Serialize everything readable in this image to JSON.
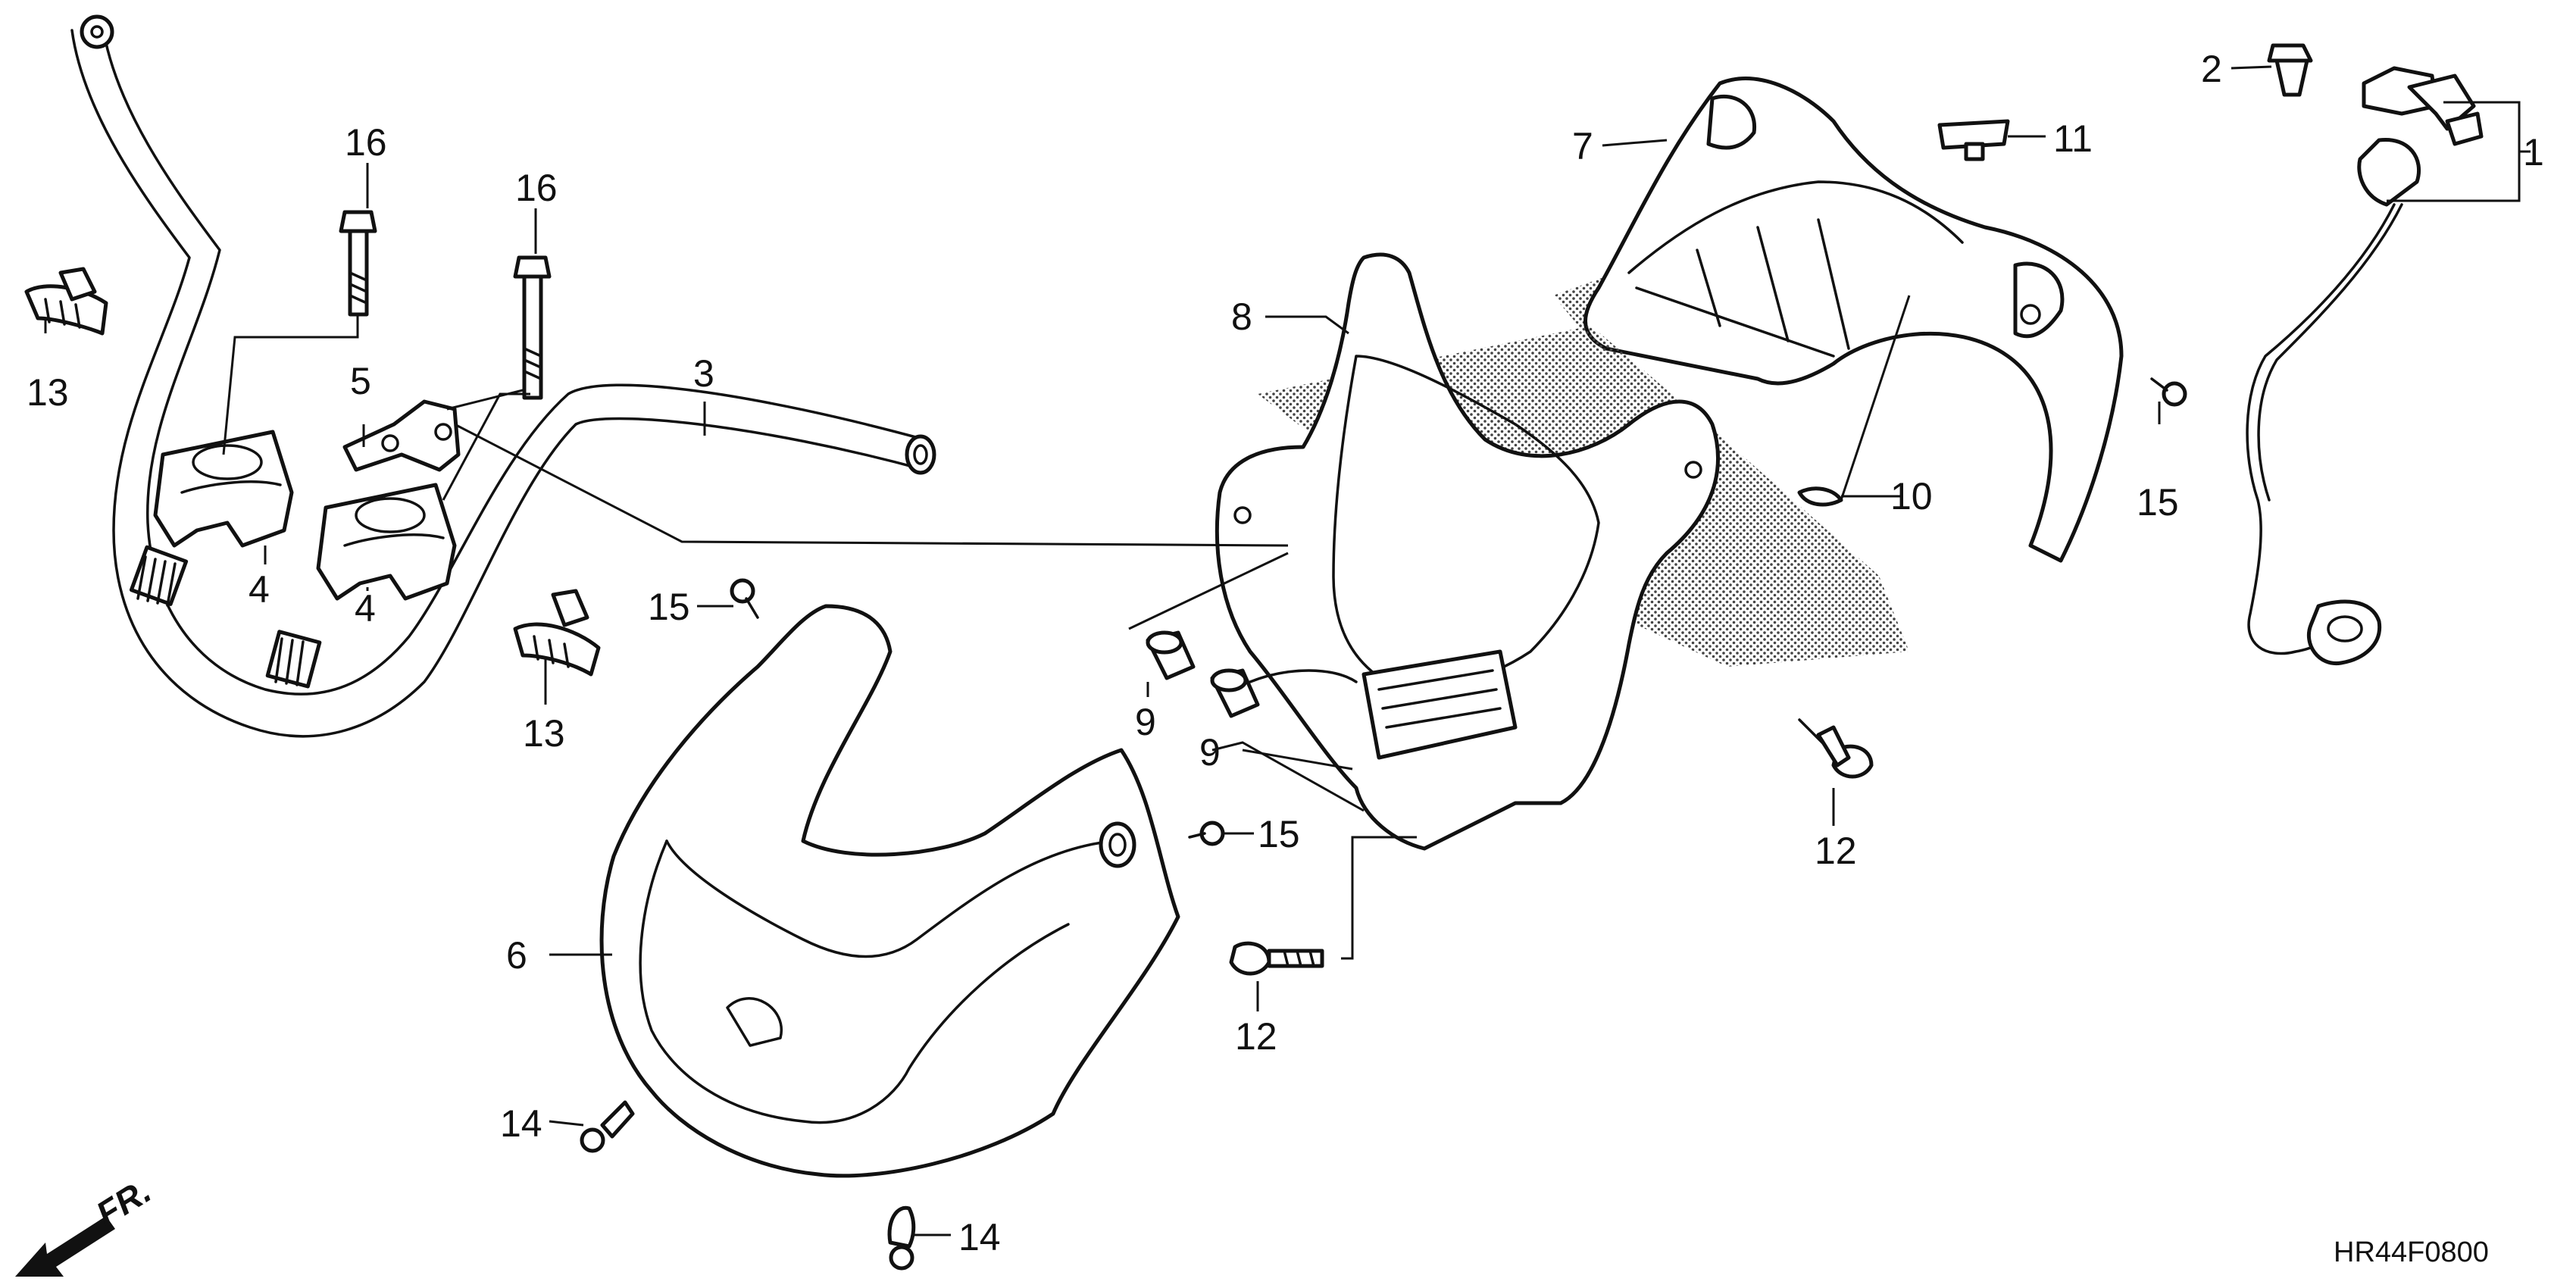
{
  "diagram": {
    "code": "HR44F0800",
    "front_label": "FR.",
    "callouts": [
      {
        "id": "c1",
        "text": "1"
      },
      {
        "id": "c2",
        "text": "2"
      },
      {
        "id": "c3",
        "text": "3"
      },
      {
        "id": "c4a",
        "text": "4"
      },
      {
        "id": "c4b",
        "text": "4"
      },
      {
        "id": "c5",
        "text": "5"
      },
      {
        "id": "c6",
        "text": "6"
      },
      {
        "id": "c7",
        "text": "7"
      },
      {
        "id": "c8",
        "text": "8"
      },
      {
        "id": "c9a",
        "text": "9"
      },
      {
        "id": "c9b",
        "text": "9"
      },
      {
        "id": "c10",
        "text": "10"
      },
      {
        "id": "c11",
        "text": "11"
      },
      {
        "id": "c12a",
        "text": "12"
      },
      {
        "id": "c12b",
        "text": "12"
      },
      {
        "id": "c13a",
        "text": "13"
      },
      {
        "id": "c13b",
        "text": "13"
      },
      {
        "id": "c14a",
        "text": "14"
      },
      {
        "id": "c14b",
        "text": "14"
      },
      {
        "id": "c15a",
        "text": "15"
      },
      {
        "id": "c15b",
        "text": "15"
      },
      {
        "id": "c15c",
        "text": "15"
      },
      {
        "id": "c16a",
        "text": "16"
      },
      {
        "id": "c16b",
        "text": "16"
      }
    ]
  }
}
